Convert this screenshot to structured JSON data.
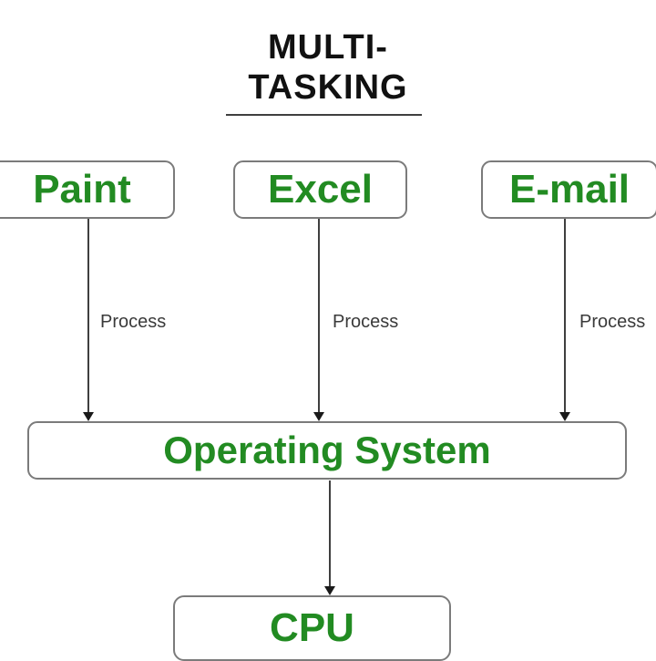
{
  "title": {
    "line1": "MULTI-",
    "line2": "TASKING"
  },
  "colors": {
    "background": "#ffffff",
    "box_fill": "#ffffff",
    "box_border": "#7b7b7b",
    "label_green": "#228B22",
    "title_black": "#111111",
    "line_gray": "#3f3f3f",
    "process_text": "#3a3a3a"
  },
  "nodes": {
    "apps": [
      {
        "label": "Paint"
      },
      {
        "label": "Excel"
      },
      {
        "label": "E-mail"
      }
    ],
    "os": {
      "label": "Operating System"
    },
    "cpu": {
      "label": "CPU"
    }
  },
  "edges": [
    {
      "from": "Paint",
      "to": "Operating System",
      "label": "Process"
    },
    {
      "from": "Excel",
      "to": "Operating System",
      "label": "Process"
    },
    {
      "from": "E-mail",
      "to": "Operating System",
      "label": "Process"
    },
    {
      "from": "Operating System",
      "to": "CPU",
      "label": ""
    }
  ]
}
